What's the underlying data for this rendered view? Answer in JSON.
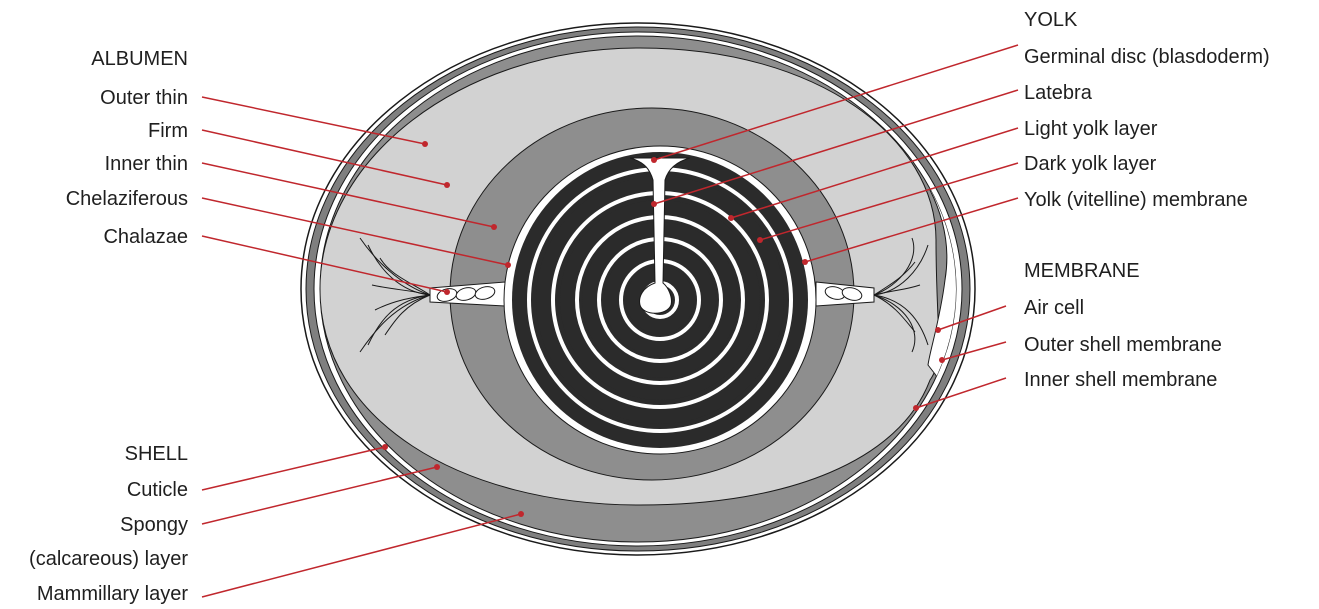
{
  "albumen": {
    "heading": "ALBUMEN",
    "labels": [
      "Outer thin",
      "Firm",
      "Inner thin",
      "Chelaziferous",
      "Chalazae"
    ]
  },
  "yolk": {
    "heading": "YOLK",
    "labels": [
      "Germinal disc (blasdoderm)",
      "Latebra",
      "Light yolk layer",
      "Dark yolk layer",
      "Yolk (vitelline) membrane"
    ]
  },
  "membrane": {
    "heading": "MEMBRANE",
    "labels": [
      "Air cell",
      "Outer shell membrane",
      "Inner shell membrane"
    ]
  },
  "shell": {
    "heading": "SHELL",
    "labels": [
      "Cuticle",
      "Spongy",
      "(calcareous) layer",
      "Mammillary layer"
    ]
  },
  "colors": {
    "leader": "#c0272d",
    "outline": "#1a1a1a",
    "albumen_light": "#d2d2d2",
    "albumen_dark": "#8e8e8e",
    "shell_band": "#7f7f7f",
    "yolk_dark": "#2b2b2b",
    "yolk_light": "#ffffff"
  }
}
